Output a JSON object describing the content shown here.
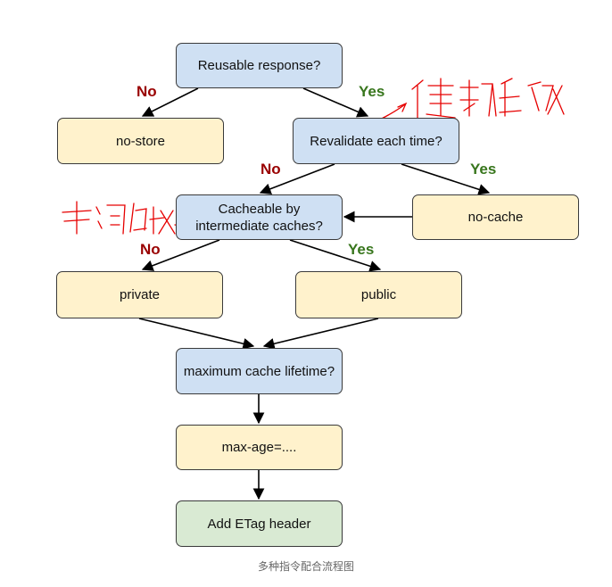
{
  "nodes": {
    "reusable": "Reusable response?",
    "no_store": "no-store",
    "revalidate": "Revalidate each time?",
    "cacheable": "Cacheable by intermediate caches?",
    "no_cache": "no-cache",
    "private": "private",
    "public": "public",
    "max_cache": "maximum cache lifetime?",
    "max_age": "max-age=....",
    "etag": "Add ETag header"
  },
  "labels": {
    "no": "No",
    "yes": "Yes"
  },
  "caption": "多种指令配合流程图",
  "colors": {
    "question": "#cfe0f3",
    "answer": "#fff2cc",
    "final": "#d9ead3",
    "no": "#990000",
    "yes": "#38761d",
    "annotation": "#e60000"
  },
  "annotations": {
    "handwritten_1": "使重新生效",
    "handwritten_2": "中间的"
  }
}
